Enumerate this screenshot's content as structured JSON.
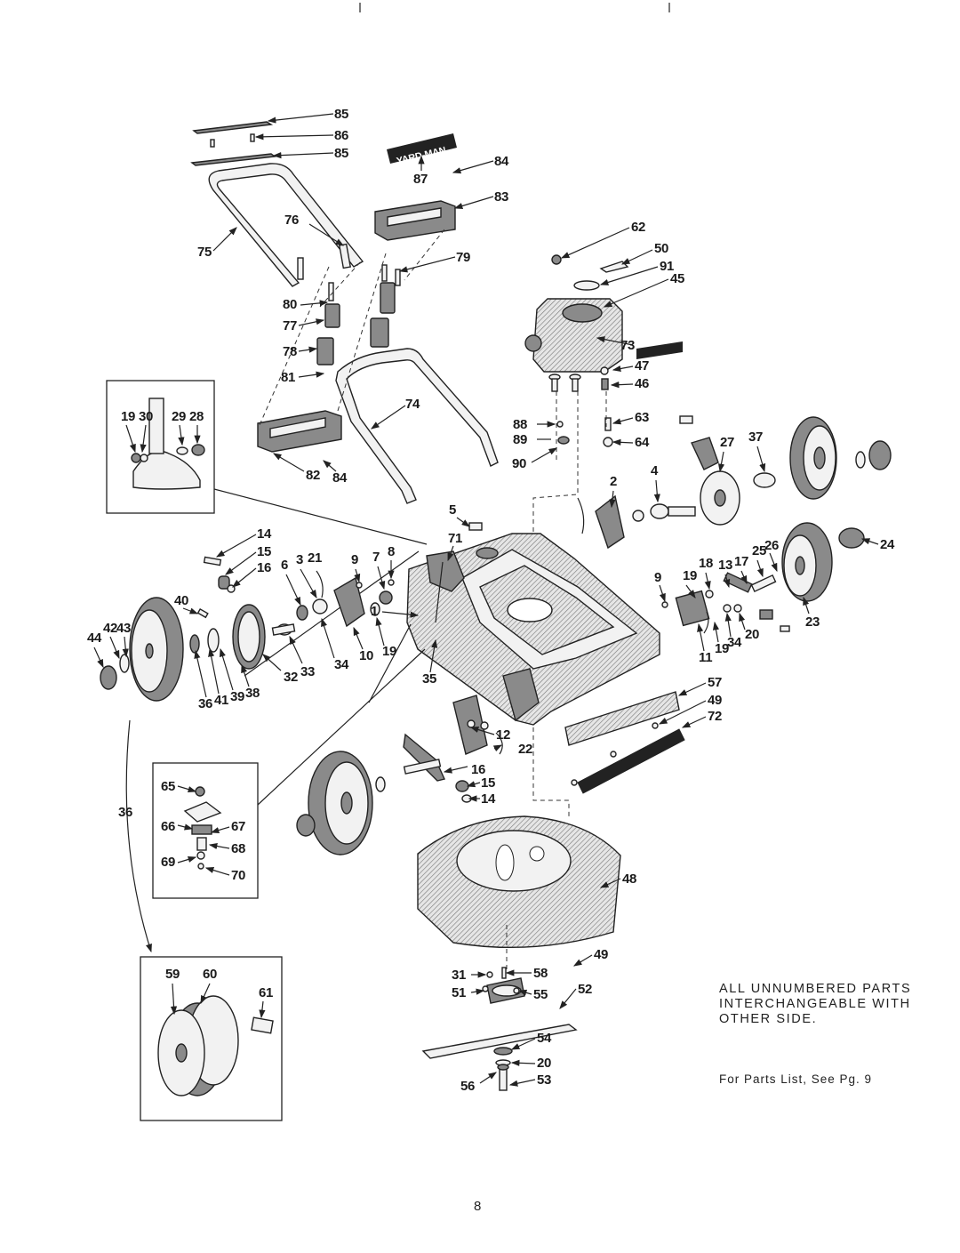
{
  "brand_plate": "YARD-MAN",
  "callouts": [
    "85",
    "86",
    "85",
    "84",
    "87",
    "83",
    "76",
    "75",
    "79",
    "80",
    "77",
    "78",
    "81",
    "74",
    "82",
    "84",
    "62",
    "50",
    "91",
    "45",
    "73",
    "47",
    "46",
    "63",
    "64",
    "88",
    "89",
    "90",
    "19",
    "30",
    "29",
    "28",
    "14",
    "15",
    "16",
    "6",
    "3",
    "21",
    "9",
    "7",
    "8",
    "40",
    "1",
    "44",
    "42",
    "43",
    "32",
    "33",
    "34",
    "10",
    "19",
    "36",
    "41",
    "39",
    "38",
    "35",
    "5",
    "71",
    "2",
    "4",
    "27",
    "37",
    "18",
    "13",
    "17",
    "25",
    "26",
    "24",
    "9",
    "19",
    "23",
    "11",
    "19",
    "34",
    "20",
    "57",
    "49",
    "72",
    "12",
    "22",
    "16",
    "15",
    "14",
    "65",
    "66",
    "67",
    "68",
    "69",
    "70",
    "36",
    "48",
    "49",
    "59",
    "60",
    "61",
    "31",
    "58",
    "51",
    "55",
    "52",
    "54",
    "20",
    "56",
    "53"
  ],
  "notes": {
    "line1": "ALL UNNUMBERED PARTS",
    "line2": "INTERCHANGEABLE WITH",
    "line3": "OTHER SIDE.",
    "parts_ref": "For Parts List, See Pg. 9"
  },
  "page_number": "8"
}
